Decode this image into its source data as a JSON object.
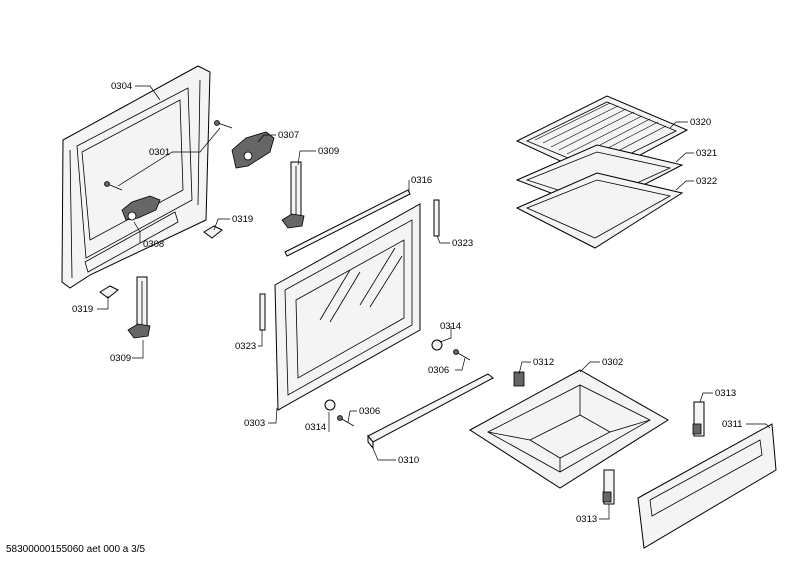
{
  "labels": {
    "p0304": "0304",
    "p0301": "0301",
    "p0307": "0307",
    "p0309a": "0309",
    "p0308": "0308",
    "p0319a": "0319",
    "p0319b": "0319",
    "p0309b": "0309",
    "p0316": "0316",
    "p0323a": "0323",
    "p0323b": "0323",
    "p0303": "0303",
    "p0320": "0320",
    "p0321": "0321",
    "p0322": "0322",
    "p0314a": "0314",
    "p0306a": "0306",
    "p0314b": "0314",
    "p0306b": "0306",
    "p0310": "0310",
    "p0312": "0312",
    "p0302": "0302",
    "p0313a": "0313",
    "p0313b": "0313",
    "p0311": "0311"
  },
  "footer": "58300000155060 aet 000 a 3/5"
}
